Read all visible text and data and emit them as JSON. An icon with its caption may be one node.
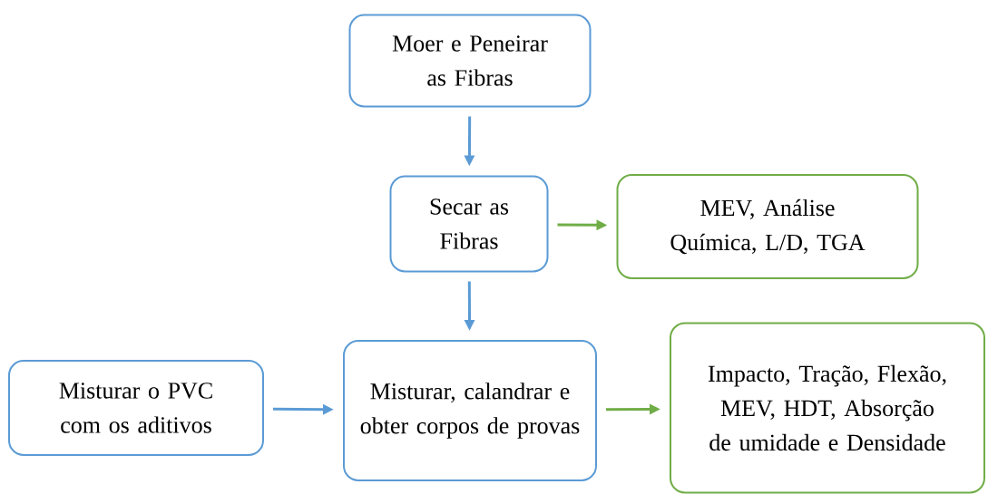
{
  "diagram": {
    "nodes": [
      {
        "text": [
          "Moer e Peneirar as Fibras"
        ]
      },
      {
        "text": [
          "Secar as Fibras"
        ]
      },
      {
        "text": [
          "MEV, Análise Química, L/D, TGA"
        ]
      },
      {
        "text": [
          "Misturar o PVC com os aditivos"
        ]
      },
      {
        "text": [
          "Misturar, calandrar e obter corpos de provas"
        ]
      },
      {
        "text": [
          "Impacto, Tração, Flexão, MEV, HDT, Absorção de umidade e Densidade"
        ]
      }
    ],
    "edges": [
      {
        "from": 0,
        "to": 1,
        "arrow": "to"
      },
      {
        "from": 1,
        "to": 2,
        "arrow": "to",
        "color": "#70ad47"
      },
      {
        "from": 1,
        "to": 4,
        "arrow": "to"
      },
      {
        "from": 3,
        "to": 4,
        "arrow": "to"
      },
      {
        "from": 4,
        "to": 5,
        "arrow": "to",
        "color": "#70ad47"
      }
    ]
  }
}
